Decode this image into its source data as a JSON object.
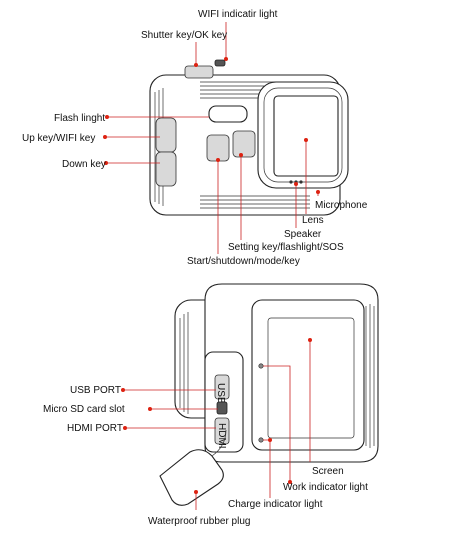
{
  "top_camera": {
    "labels": {
      "wifi_light": "WIFI indicatir light",
      "shutter_key": "Shutter key/OK key",
      "flash_light": "Flash linght",
      "up_key": "Up key/WIFI key",
      "down_key": "Down key",
      "microphone": "Microphone",
      "lens": "Lens",
      "speaker": "Speaker",
      "setting_key": "Setting key/flashlight/SOS",
      "start_key": "Start/shutdown/mode/key"
    }
  },
  "bottom_camera": {
    "labels": {
      "usb_port": "USB PORT",
      "micro_sd": "Micro SD card slot",
      "hdmi_port": "HDMI PORT",
      "screen": "Screen",
      "work_light": "Work indicator light",
      "charge_light": "Charge indicator light",
      "rubber_plug": "Waterproof rubber plug"
    },
    "port_markings": {
      "usb": "USB",
      "hdmi": "HDMI"
    }
  },
  "colors": {
    "leader_line": "#cc2222",
    "outline": "#222222"
  }
}
